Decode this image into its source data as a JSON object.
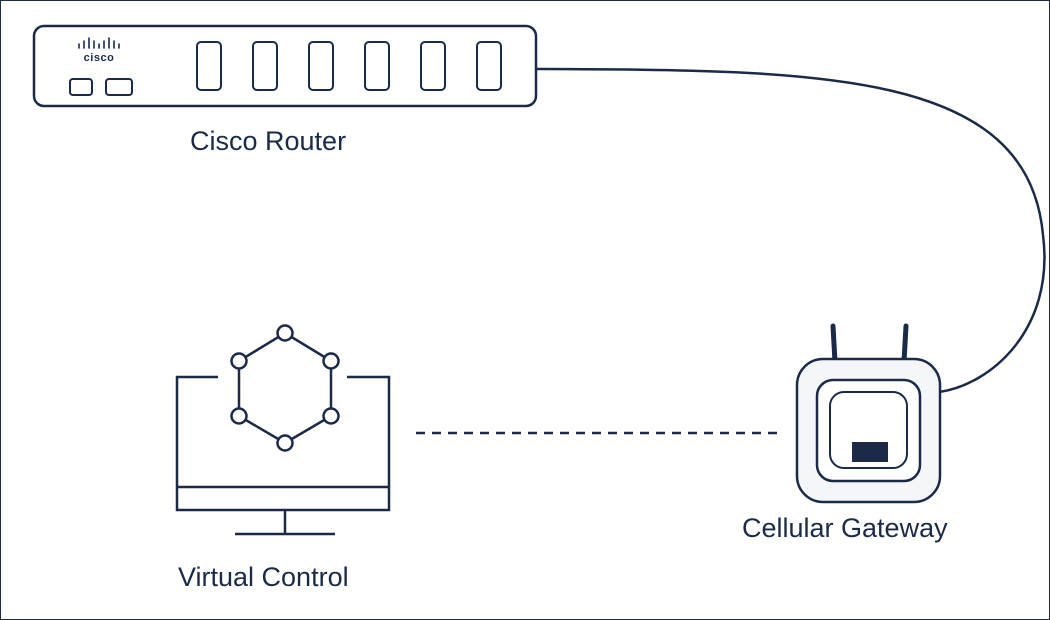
{
  "diagram": {
    "router": {
      "label": "Cisco Router",
      "logo_text": "cisco",
      "port_count": 6
    },
    "gateway": {
      "label": "Cellular Gateway"
    },
    "control": {
      "label": "Virtual Control"
    },
    "connections": [
      {
        "from": "router",
        "to": "gateway",
        "style": "solid"
      },
      {
        "from": "control",
        "to": "gateway",
        "style": "dashed"
      }
    ]
  },
  "colors": {
    "stroke": "#1b2a47",
    "gateway_fill": "#f4f6fa",
    "background": "#ffffff"
  }
}
